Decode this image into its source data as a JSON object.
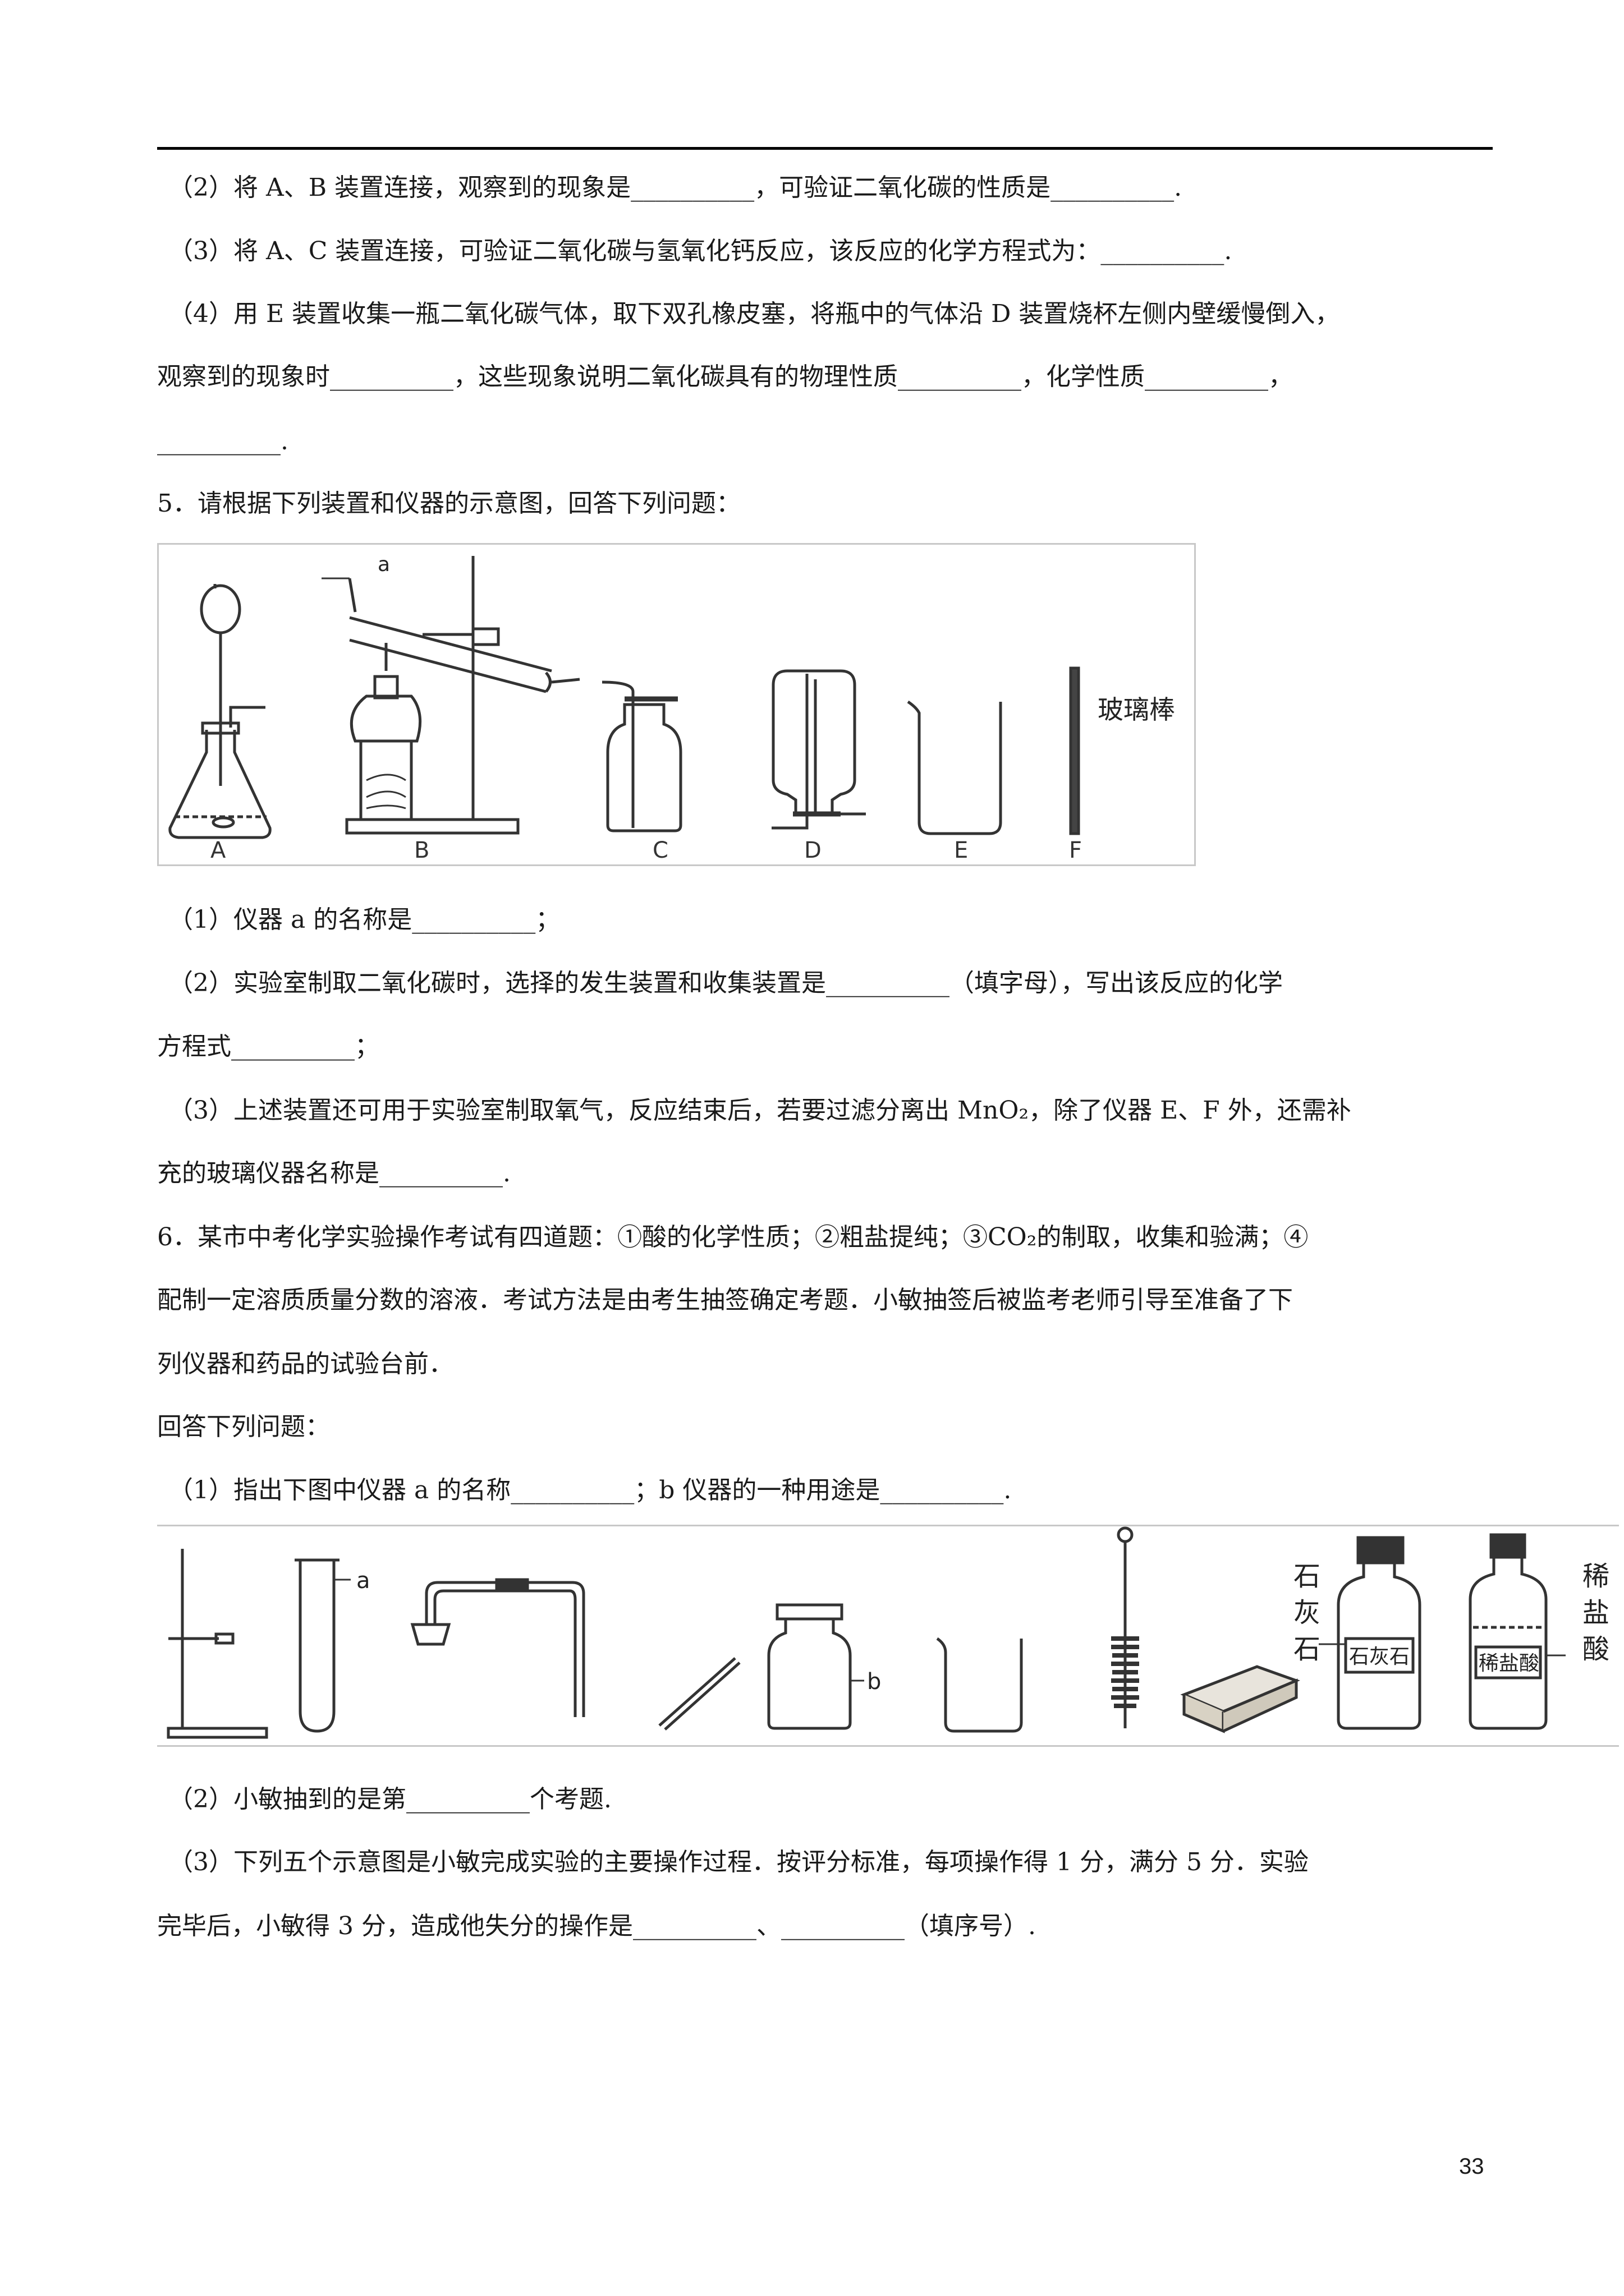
{
  "page": {
    "lines": [
      "（2）将 A、B 装置连接，观察到的现象是__________，可验证二氧化碳的性质是__________.",
      "（3）将 A、C 装置连接，可验证二氧化碳与氢氧化钙反应，该反应的化学方程式为：__________.",
      "（4）用 E 装置收集一瓶二氧化碳气体，取下双孔橡皮塞，将瓶中的气体沿 D 装置烧杯左侧内壁缓慢倒入，",
      "观察到的现象时__________，这些现象说明二氧化碳具有的物理性质__________，化学性质__________，",
      "__________.",
      "5．请根据下列装置和仪器的示意图，回答下列问题：",
      "（1）仪器 a 的名称是__________；",
      "（2）实验室制取二氧化碳时，选择的发生装置和收集装置是__________（填字母），写出该反应的化学",
      "方程式__________；",
      "（3）上述装置还可用于实验室制取氧气，反应结束后，若要过滤分离出 MnO₂，除了仪器 E、F 外，还需补",
      "充的玻璃仪器名称是__________.",
      "6．某市中考化学实验操作考试有四道题：①酸的化学性质；②粗盐提纯；③CO₂的制取，收集和验满；④",
      "配制一定溶质质量分数的溶液．考试方法是由考生抽签确定考题．小敏抽签后被监考老师引导至准备了下",
      "列仪器和药品的试验台前．",
      "回答下列问题：",
      "（1）指出下图中仪器 a 的名称__________；b 仪器的一种用途是__________.",
      "（2）小敏抽到的是第__________个考题.",
      "（3）下列五个示意图是小敏完成实验的主要操作过程．按评分标准，每项操作得 1 分，满分 5 分．实验",
      "完毕后，小敏得 3 分，造成他失分的操作是__________、__________（填序号）."
    ],
    "page_number": "33"
  },
  "figure1": {
    "labels": [
      "A",
      "B",
      "C",
      "D",
      "E",
      "F"
    ],
    "label_a": "a",
    "glass_rod_label": "玻璃棒"
  },
  "figure2": {
    "label_a": "a",
    "label_b": "b",
    "limestone_side": [
      "石",
      "灰",
      "石"
    ],
    "limestone_jar": "石灰石",
    "acid_side": [
      "稀",
      "盐",
      "酸"
    ],
    "acid_jar": "稀盐酸"
  }
}
